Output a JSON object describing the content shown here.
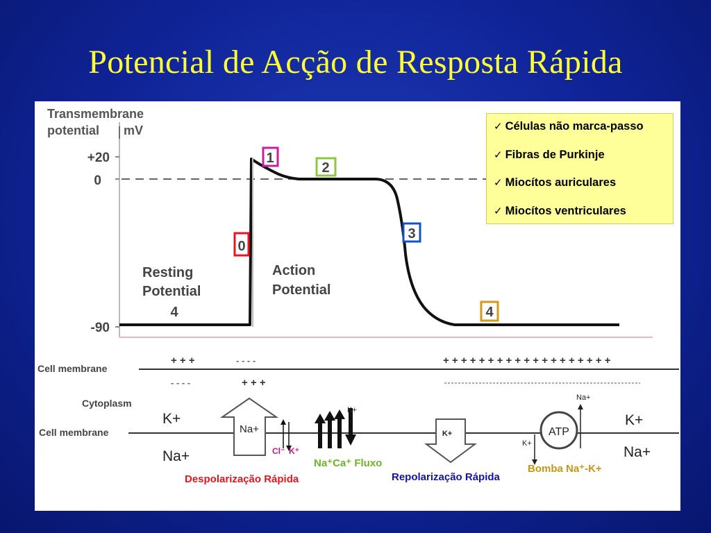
{
  "slide": {
    "title": "Potencial de Acção de Resposta Rápida"
  },
  "axis": {
    "title_line1": "Transmembrane",
    "title_line2": "potential",
    "unit": "mV",
    "ticks": [
      "+20",
      "0",
      "-90"
    ]
  },
  "phases": [
    "0",
    "1",
    "2",
    "3",
    "4"
  ],
  "phase_colors": {
    "0": "#e8141e",
    "1": "#cc1ca0",
    "2": "#8cc83c",
    "3": "#1450c8",
    "4": "#d49a10"
  },
  "labels": {
    "resting_line1": "Resting",
    "resting_line2": "Potential",
    "resting_line3": "4",
    "action_line1": "Action",
    "action_line2": "Potential"
  },
  "checklist": {
    "check_symbol": "✓",
    "items": [
      "Células não marca-passo",
      "Fibras de Purkinje",
      "Miocítos auriculares",
      "Miocítos ventriculares"
    ]
  },
  "membrane": {
    "cell_membrane_label": "Cell membrane",
    "cytoplasm_label": "Cytoplasm",
    "cell_membrane_label_2": "Cell membrane",
    "charges_top_1": "+ + +",
    "charges_top_2": "- - - -",
    "charges_top_3": "+ + + + + + + + + + + + + + + + + + +",
    "charges_bottom_1": "- - - -",
    "charges_bottom_2": "+ + +",
    "k_left": "K+",
    "na_left": "Na+",
    "na_arrow": "Na+",
    "cl_ion": "Cl⁻",
    "k_ion": "K⁺",
    "k_small": "K+",
    "k_down": "K+",
    "k_pump": "K+",
    "na_pump": "Na+",
    "atp": "ATP",
    "k_right": "K+",
    "na_right": "Na+"
  },
  "captions": {
    "depolarization": "Despolarização Rápida",
    "flux": "Na⁺Ca⁺ Fluxo",
    "repolarization": "Repolarização Rápida",
    "pump": "Bomba Na⁺-K+"
  },
  "caption_colors": {
    "depolarization": "#e8141e",
    "flux": "#6cb428",
    "repolarization": "#1414a0",
    "pump": "#c89614"
  }
}
